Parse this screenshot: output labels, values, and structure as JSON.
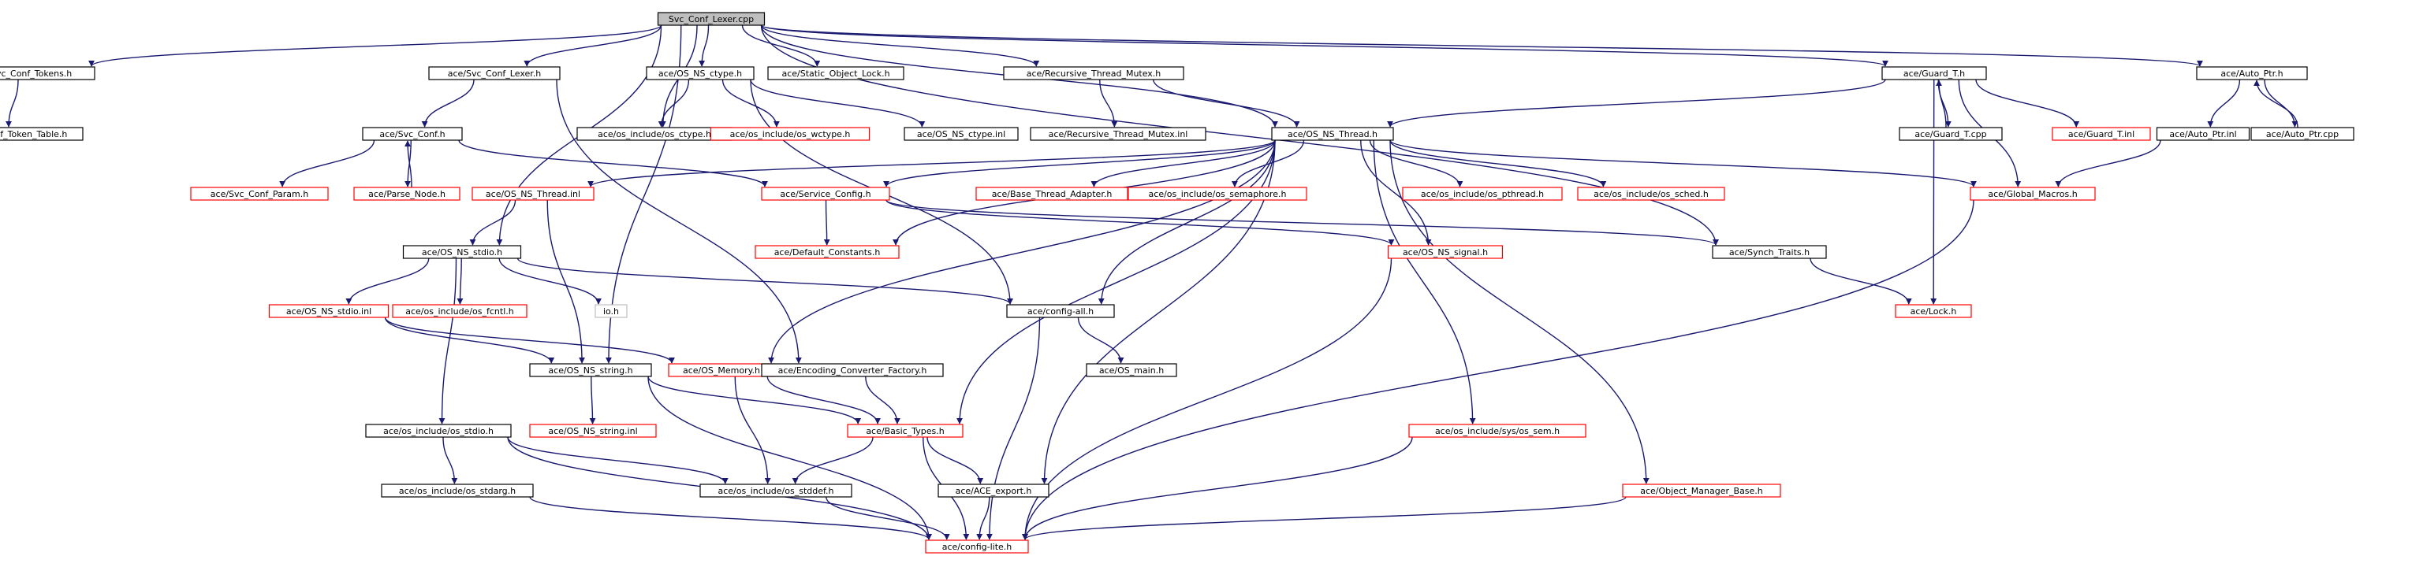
{
  "colors": {
    "edge": "#191970",
    "border_normal": "#000000",
    "border_external": "#ff0000",
    "border_plain": "#bfbfbf",
    "root_fill": "#bfbfbf",
    "fill": "#ffffff"
  },
  "graph": {
    "nodes": [
      {
        "id": "n_root",
        "label": "Svc_Conf_Lexer.cpp",
        "style": "root"
      },
      {
        "id": "n_svc_conf_tokens",
        "label": "ace/Svc_Conf_Tokens.h",
        "style": "normal"
      },
      {
        "id": "n_svc_conf_token_table",
        "label": "ace/Svc_Conf_Token_Table.h",
        "style": "normal"
      },
      {
        "id": "n_svc_conf_lexer",
        "label": "ace/Svc_Conf_Lexer.h",
        "style": "normal"
      },
      {
        "id": "n_os_ns_ctype_h",
        "label": "ace/OS_NS_ctype.h",
        "style": "normal"
      },
      {
        "id": "n_static_object_lock",
        "label": "ace/Static_Object_Lock.h",
        "style": "normal"
      },
      {
        "id": "n_recursive_thread_mutex_h",
        "label": "ace/Recursive_Thread_Mutex.h",
        "style": "normal"
      },
      {
        "id": "n_guard_t_h",
        "label": "ace/Guard_T.h",
        "style": "normal"
      },
      {
        "id": "n_auto_ptr_h",
        "label": "ace/Auto_Ptr.h",
        "style": "normal"
      },
      {
        "id": "n_svc_conf_h",
        "label": "ace/Svc_Conf.h",
        "style": "normal"
      },
      {
        "id": "n_os_include_os_ctype",
        "label": "ace/os_include/os_ctype.h",
        "style": "normal"
      },
      {
        "id": "n_os_include_os_wctype",
        "label": "ace/os_include/os_wctype.h",
        "style": "external"
      },
      {
        "id": "n_os_ns_ctype_inl",
        "label": "ace/OS_NS_ctype.inl",
        "style": "normal"
      },
      {
        "id": "n_recursive_thread_mutex_inl",
        "label": "ace/Recursive_Thread_Mutex.inl",
        "style": "normal"
      },
      {
        "id": "n_os_ns_thread_h",
        "label": "ace/OS_NS_Thread.h",
        "style": "normal"
      },
      {
        "id": "n_guard_t_cpp",
        "label": "ace/Guard_T.cpp",
        "style": "normal"
      },
      {
        "id": "n_guard_t_inl",
        "label": "ace/Guard_T.inl",
        "style": "external"
      },
      {
        "id": "n_auto_ptr_inl",
        "label": "ace/Auto_Ptr.inl",
        "style": "normal"
      },
      {
        "id": "n_auto_ptr_cpp",
        "label": "ace/Auto_Ptr.cpp",
        "style": "normal"
      },
      {
        "id": "n_svc_conf_param",
        "label": "ace/Svc_Conf_Param.h",
        "style": "external"
      },
      {
        "id": "n_parse_node",
        "label": "ace/Parse_Node.h",
        "style": "external"
      },
      {
        "id": "n_os_ns_thread_inl",
        "label": "ace/OS_NS_Thread.inl",
        "style": "external"
      },
      {
        "id": "n_service_config",
        "label": "ace/Service_Config.h",
        "style": "external"
      },
      {
        "id": "n_base_thread_adapter",
        "label": "ace/Base_Thread_Adapter.h",
        "style": "external"
      },
      {
        "id": "n_os_include_os_semaphore",
        "label": "ace/os_include/os_semaphore.h",
        "style": "external"
      },
      {
        "id": "n_os_include_os_pthread",
        "label": "ace/os_include/os_pthread.h",
        "style": "external"
      },
      {
        "id": "n_os_include_os_sched",
        "label": "ace/os_include/os_sched.h",
        "style": "external"
      },
      {
        "id": "n_global_macros",
        "label": "ace/Global_Macros.h",
        "style": "external"
      },
      {
        "id": "n_os_ns_stdio_h",
        "label": "ace/OS_NS_stdio.h",
        "style": "normal"
      },
      {
        "id": "n_default_constants",
        "label": "ace/Default_Constants.h",
        "style": "external"
      },
      {
        "id": "n_os_ns_signal",
        "label": "ace/OS_NS_signal.h",
        "style": "external"
      },
      {
        "id": "n_synch_traits",
        "label": "ace/Synch_Traits.h",
        "style": "normal"
      },
      {
        "id": "n_os_ns_stdio_inl",
        "label": "ace/OS_NS_stdio.inl",
        "style": "external"
      },
      {
        "id": "n_os_include_os_fcntl",
        "label": "ace/os_include/os_fcntl.h",
        "style": "external"
      },
      {
        "id": "n_io_h",
        "label": "io.h",
        "style": "plain"
      },
      {
        "id": "n_config_all",
        "label": "ace/config-all.h",
        "style": "normal"
      },
      {
        "id": "n_lock_h",
        "label": "ace/Lock.h",
        "style": "external"
      },
      {
        "id": "n_os_ns_string_h",
        "label": "ace/OS_NS_string.h",
        "style": "normal"
      },
      {
        "id": "n_os_memory",
        "label": "ace/OS_Memory.h",
        "style": "external"
      },
      {
        "id": "n_encoding_converter_factory",
        "label": "ace/Encoding_Converter_Factory.h",
        "style": "normal"
      },
      {
        "id": "n_os_main",
        "label": "ace/OS_main.h",
        "style": "normal"
      },
      {
        "id": "n_os_include_os_stdio",
        "label": "ace/os_include/os_stdio.h",
        "style": "normal"
      },
      {
        "id": "n_os_ns_string_inl",
        "label": "ace/OS_NS_string.inl",
        "style": "external"
      },
      {
        "id": "n_basic_types",
        "label": "ace/Basic_Types.h",
        "style": "external"
      },
      {
        "id": "n_os_include_sys_os_sem",
        "label": "ace/os_include/sys/os_sem.h",
        "style": "external"
      },
      {
        "id": "n_os_include_os_stdarg",
        "label": "ace/os_include/os_stdarg.h",
        "style": "normal"
      },
      {
        "id": "n_os_include_os_stddef",
        "label": "ace/os_include/os_stddef.h",
        "style": "normal"
      },
      {
        "id": "n_ace_export",
        "label": "ace/ACE_export.h",
        "style": "normal"
      },
      {
        "id": "n_object_manager_base",
        "label": "ace/Object_Manager_Base.h",
        "style": "external"
      },
      {
        "id": "n_config_lite",
        "label": "ace/config-lite.h",
        "style": "external"
      }
    ]
  }
}
